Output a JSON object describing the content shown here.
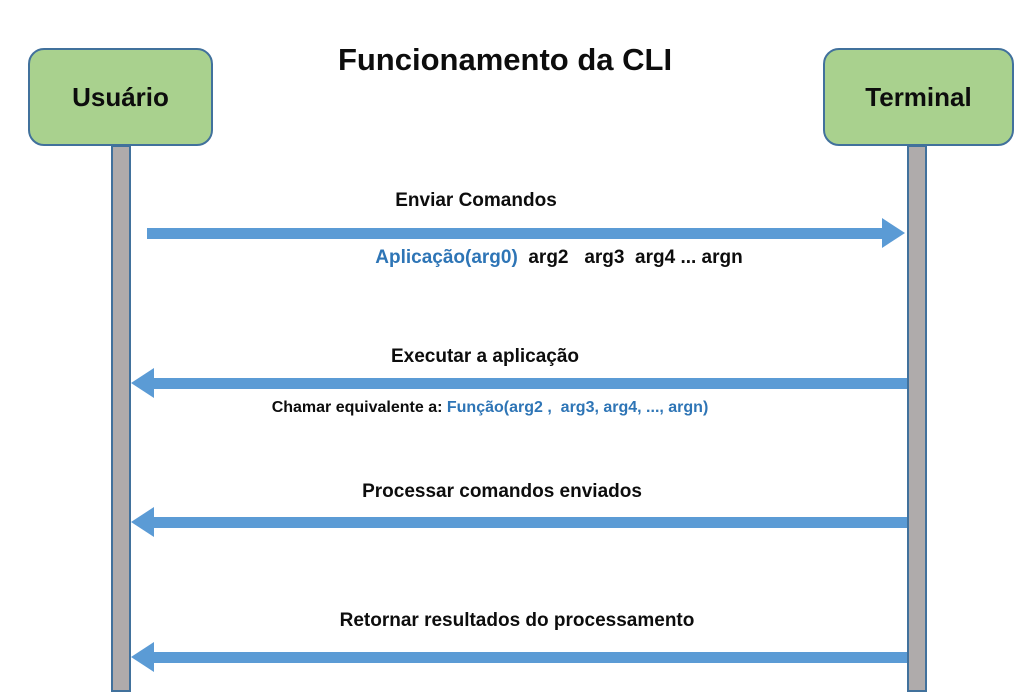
{
  "title": "Funcionamento da CLI",
  "actors": {
    "user": {
      "label": "Usuário"
    },
    "terminal": {
      "label": "Terminal"
    }
  },
  "colors": {
    "actor_fill": "#A9D18E",
    "shape_border": "#41719C",
    "lifeline_fill": "#AFABAB",
    "arrow_blue": "#5B9BD5",
    "code_blue": "#2E75B6",
    "text_black": "#0D0D0D"
  },
  "messages": [
    {
      "label": "Enviar Comandos",
      "direction": "right",
      "detail_code": "Aplicação(arg0)",
      "detail_plain": "  arg2   arg3  arg4 ... argn"
    },
    {
      "label": "Executar a aplicação",
      "direction": "left",
      "detail_plain": "Chamar equivalente a: ",
      "detail_code": "Função(arg2 ,  arg3, arg4, ..., argn)"
    },
    {
      "label": "Processar comandos enviados",
      "direction": "left"
    },
    {
      "label": "Retornar resultados do processamento",
      "direction": "left"
    }
  ]
}
